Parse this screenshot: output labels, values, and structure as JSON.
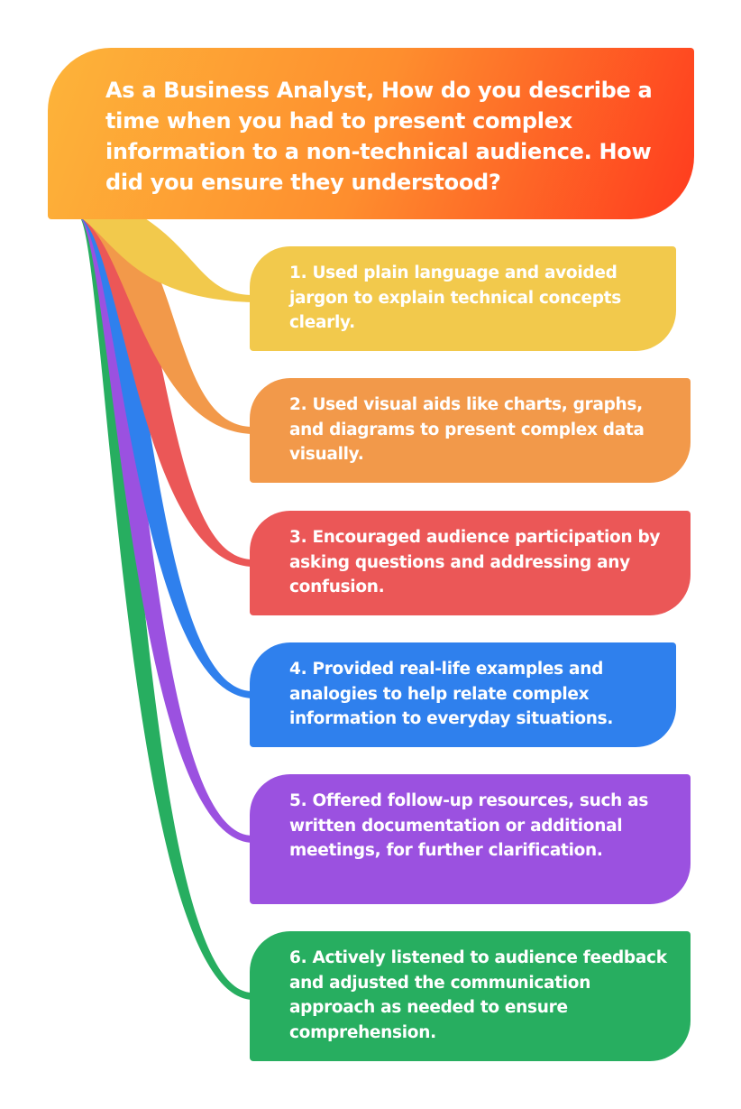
{
  "question": "As a Business Analyst, How do you describe a time when you had to present complex information to a non-technical audience. How did you ensure they understood?",
  "answers": [
    {
      "text": "1. Used plain language and avoided jargon to explain technical concepts clearly.",
      "color": "#F2C94C"
    },
    {
      "text": "2. Used visual aids like charts, graphs, and diagrams to present complex data visually.",
      "color": "#F2994A"
    },
    {
      "text": "3. Encouraged audience participation by asking questions and addressing any confusion.",
      "color": "#EB5757"
    },
    {
      "text": "4. Provided real-life examples and analogies to help relate complex information to everyday situations.",
      "color": "#2F80ED"
    },
    {
      "text": "5. Offered follow-up resources, such as written documentation or additional meetings, for further clarification.",
      "color": "#9B51E0"
    },
    {
      "text": "6. Actively listened to audience feedback and adjusted the communication approach as needed to ensure comprehension.",
      "color": "#27AE60"
    }
  ]
}
